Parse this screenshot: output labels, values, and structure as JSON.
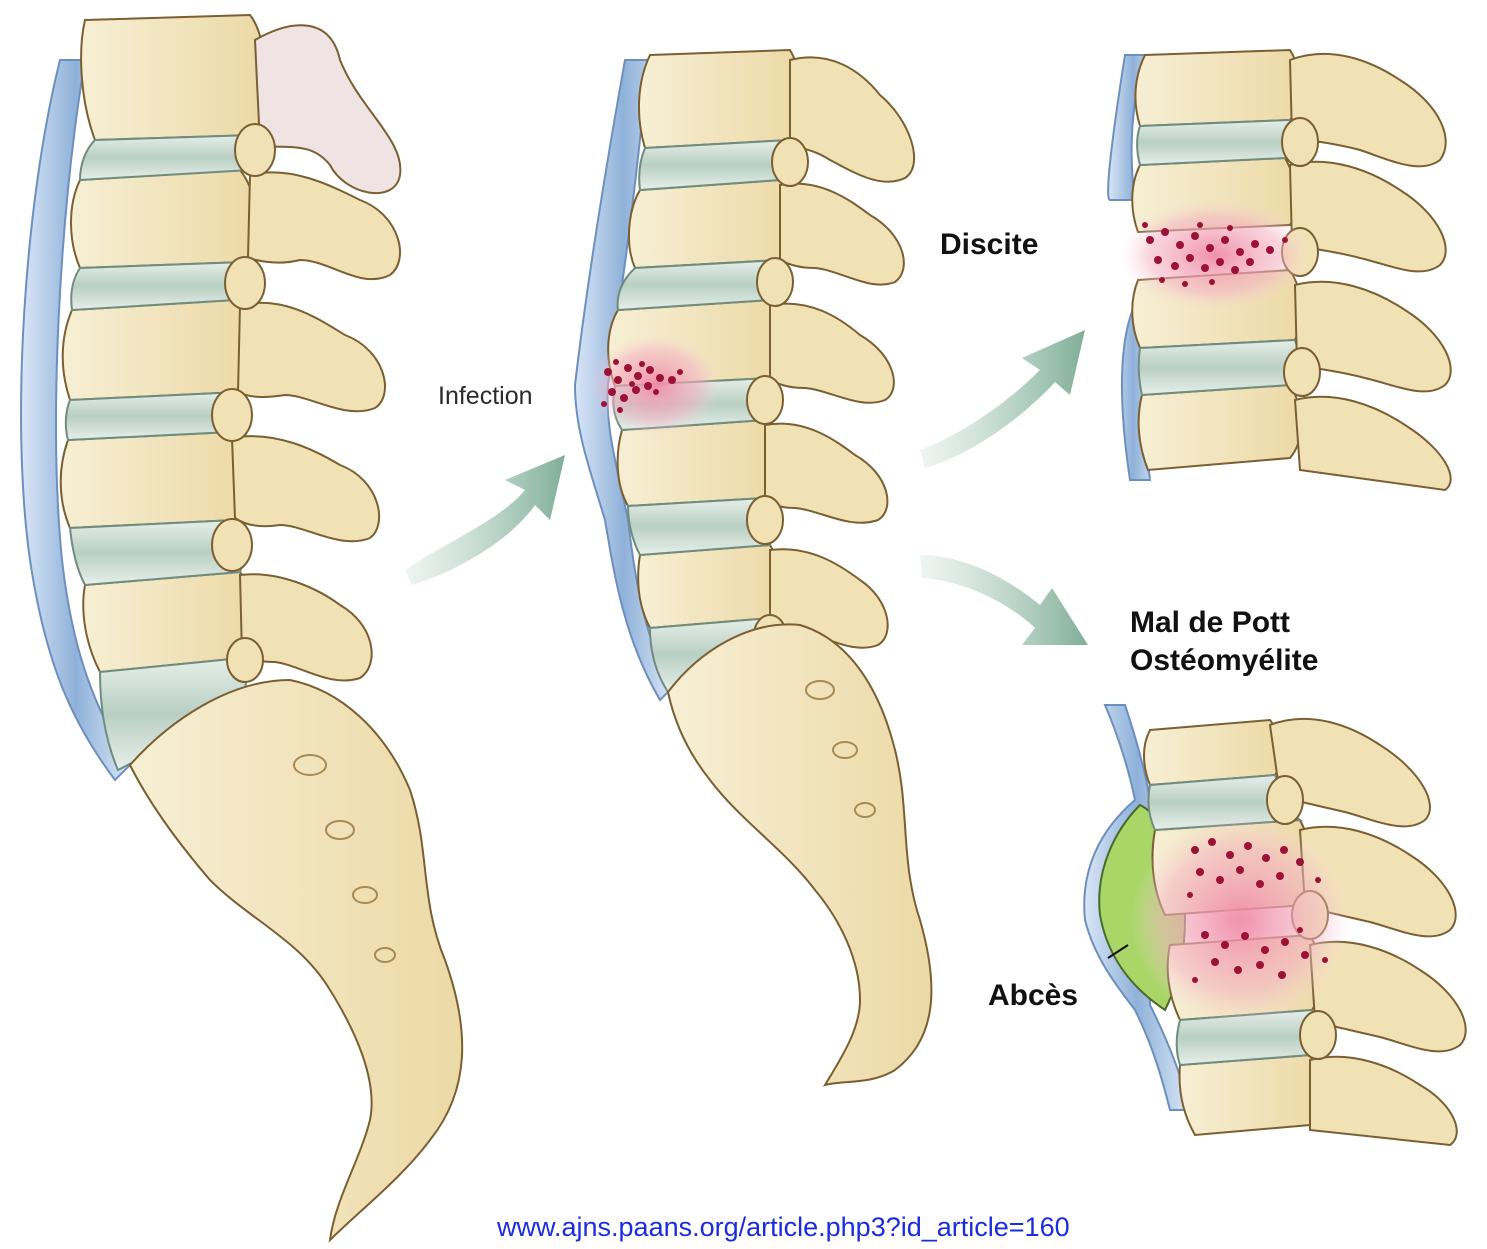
{
  "labels": {
    "infection": "Infection",
    "discite": "Discite",
    "mal_de_pott_line1": "Mal de Pott",
    "mal_de_pott_line2": "Ostéomyélite",
    "abces": "Abcès"
  },
  "source_link": "www.ajns.paans.org/article.php3?id_article=160",
  "colors": {
    "bone": "#f3e6bf",
    "bone_outline": "#7a5f32",
    "disc": "#c9dcd2",
    "ligament": "#8fb1d9",
    "infection_red": "#a3123a",
    "inflammation_pink": "#f4b3c4",
    "abscess_green": "#a9d667",
    "arrow_green": "#8fb8a6",
    "link_blue": "#1a2ce0"
  }
}
